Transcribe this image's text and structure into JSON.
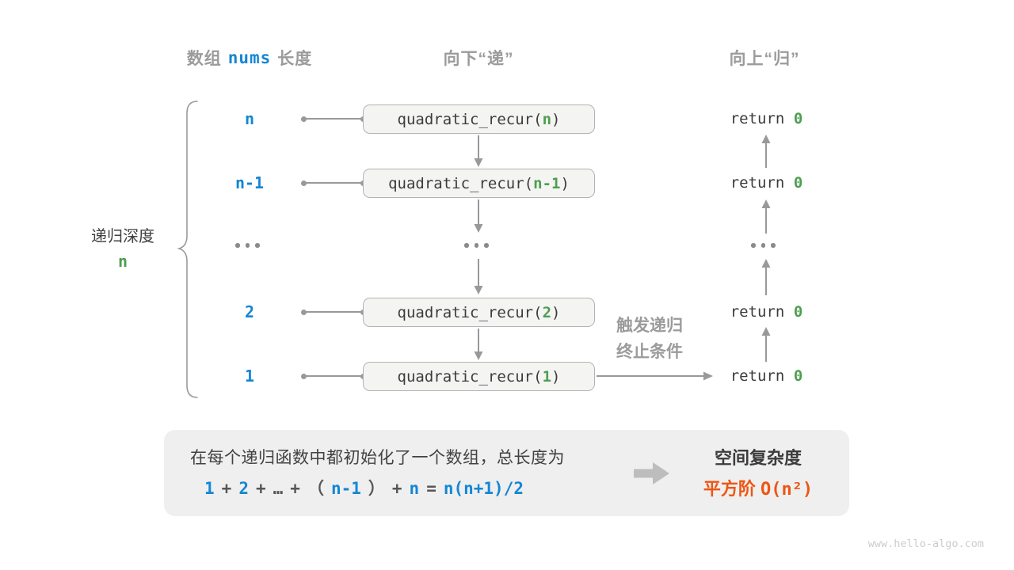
{
  "headers": {
    "left_prefix": "数组",
    "left_code": "nums",
    "left_suffix": "长度",
    "down": "向下“递”",
    "up": "向上“归”"
  },
  "left_label": {
    "line1": "递归深度",
    "line2": "n"
  },
  "rows": [
    {
      "depth": "n",
      "call_prefix": "quadratic_recur(",
      "arg": "n",
      "call_suffix": ")",
      "ret_kw": "return",
      "ret_val": "0"
    },
    {
      "depth": "n-1",
      "call_prefix": "quadratic_recur(",
      "arg": "n-1",
      "call_suffix": ")",
      "ret_kw": "return",
      "ret_val": "0"
    },
    {
      "ellipsis": "..."
    },
    {
      "depth": "2",
      "call_prefix": "quadratic_recur(",
      "arg": "2",
      "call_suffix": ")",
      "ret_kw": "return",
      "ret_val": "0"
    },
    {
      "depth": "1",
      "call_prefix": "quadratic_recur(",
      "arg": "1",
      "call_suffix": ")",
      "ret_kw": "return",
      "ret_val": "0"
    }
  ],
  "trigger": {
    "line1": "触发递归",
    "line2": "终止条件"
  },
  "panel": {
    "line1": "在每个递归函数中都初始化了一个数组，总长度为",
    "formula_tokens": [
      {
        "t": "1",
        "c": "blue"
      },
      {
        "t": "+",
        "c": "gray"
      },
      {
        "t": "2",
        "c": "blue"
      },
      {
        "t": "+",
        "c": "gray"
      },
      {
        "t": "…",
        "c": "gray"
      },
      {
        "t": "+",
        "c": "gray"
      },
      {
        "t": "（",
        "c": "gray"
      },
      {
        "t": "n-1",
        "c": "blue"
      },
      {
        "t": "）",
        "c": "gray"
      },
      {
        "t": "+",
        "c": "gray"
      },
      {
        "t": "n",
        "c": "blue"
      },
      {
        "t": "=",
        "c": "gray"
      },
      {
        "t": "n(n+1)/2",
        "c": "blue"
      }
    ],
    "result_title": "空间复杂度",
    "result_prefix": "平方阶",
    "result_code": "O(n²)"
  },
  "colors": {
    "blue": "#1486d4",
    "green": "#4d9e50",
    "orange": "#ee5512",
    "gray_heading": "#9b9b9b"
  },
  "watermark": "www.hello-algo.com"
}
